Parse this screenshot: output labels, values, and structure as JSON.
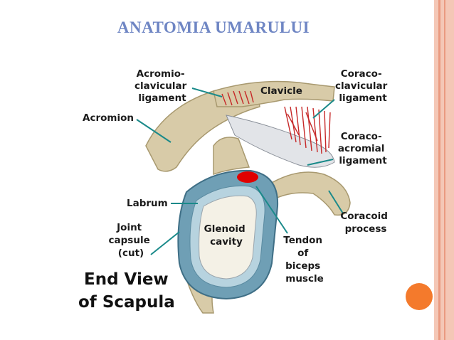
{
  "slide": {
    "title": "ANATOMIA UMARULUI",
    "colors": {
      "title": "#6f86c4",
      "side_bar_outer": "#f4c7b6",
      "side_bar_inner": "#ea9a80",
      "orange_dot": "#f47a2c",
      "bone": "#d8cba8",
      "cartilage": "#f4f1e6",
      "capsule": "#6f9fb5",
      "ligament": "#e2e4e8",
      "ligament_fibers": "#c62828",
      "biceps_tendon_spot": "#e00000",
      "leader_line": "#1a8a8a"
    }
  },
  "diagram": {
    "labels": {
      "acromioclavicular_ligament": [
        "Acromio-",
        "clavicular",
        "ligament"
      ],
      "acromion": [
        "Acromion"
      ],
      "clavicle": [
        "Clavicle"
      ],
      "coracoclavicular_ligament": [
        "Coraco-",
        "clavicular",
        "ligament"
      ],
      "coracoacromial_ligament": [
        "Coraco-",
        "acromial",
        "ligament"
      ],
      "labrum": [
        "Labrum"
      ],
      "joint_capsule": [
        "Joint",
        "capsule",
        "(cut)"
      ],
      "glenoid_cavity": [
        "Glenoid",
        "cavity"
      ],
      "biceps_tendon": [
        "Tendon",
        "of",
        "biceps",
        "muscle"
      ],
      "coracoid_process": [
        "Coracoid",
        "process"
      ],
      "caption": [
        "End View",
        "of Scapula"
      ]
    }
  }
}
